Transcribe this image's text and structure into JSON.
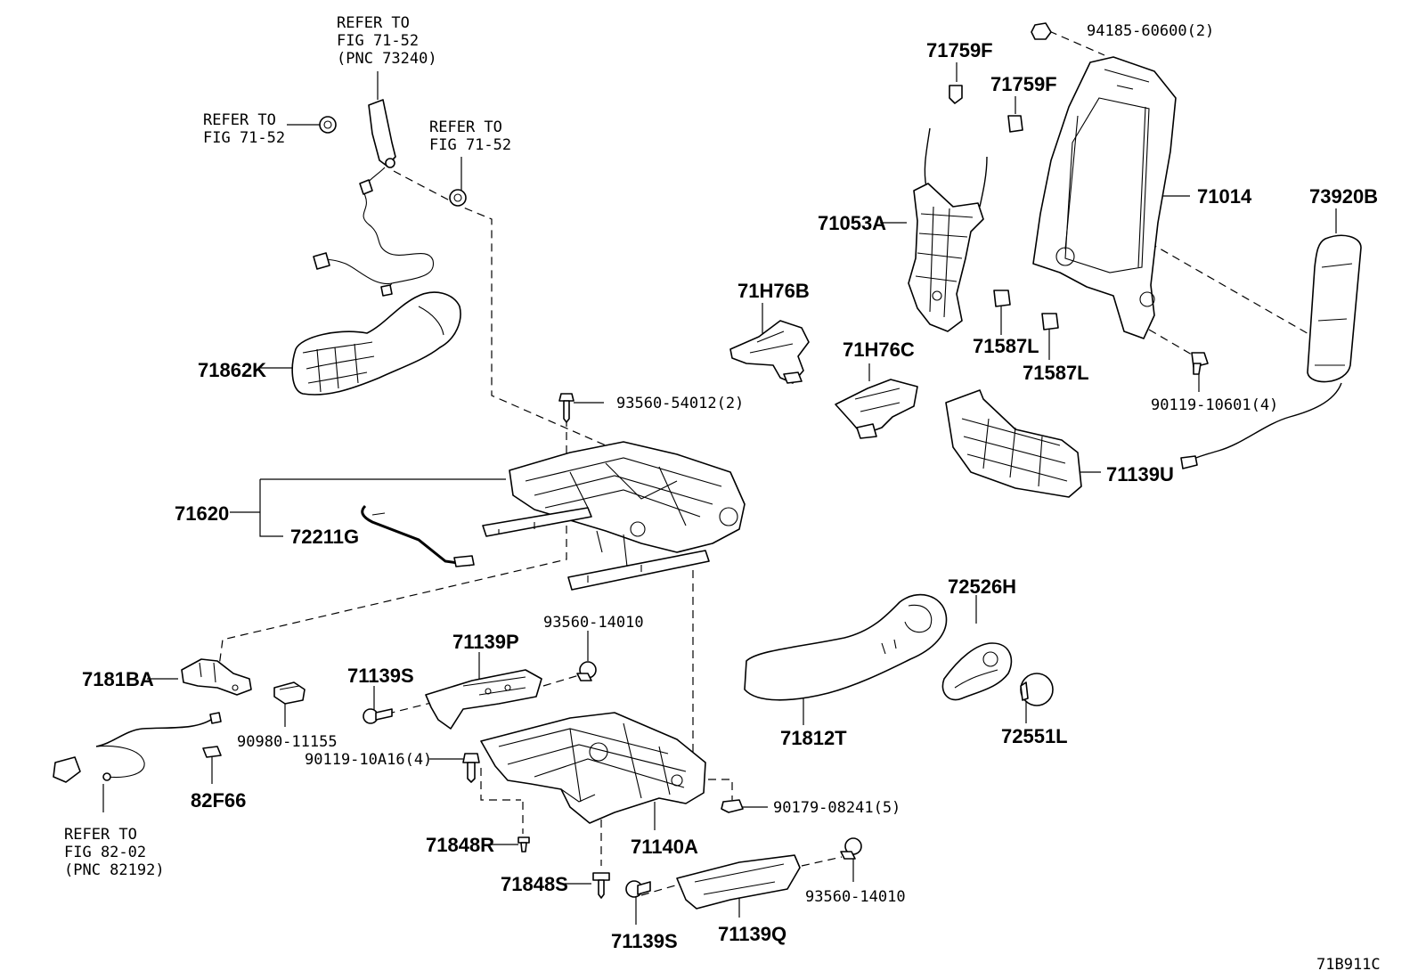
{
  "labels": {
    "ref_71_52_pnc": [
      "REFER TO",
      "FIG 71-52",
      "(PNC 73240)"
    ],
    "ref_71_52_left": [
      "REFER TO",
      "FIG 71-52"
    ],
    "ref_71_52_mid": [
      "REFER TO",
      "FIG 71-52"
    ],
    "ref_82_02": [
      "REFER TO",
      "FIG 82-02",
      "(PNC 82192)"
    ],
    "p71862K": "71862K",
    "p93560_54012": "93560-54012(2)",
    "p71620": "71620",
    "p72211G": "72211G",
    "p7181BA": "7181BA",
    "p90980_11155": "90980-11155",
    "p82F66": "82F66",
    "p71139S_a": "71139S",
    "p71139P": "71139P",
    "p93560_14010_a": "93560-14010",
    "p90119_10A16": "90119-10A16(4)",
    "p71848R": "71848R",
    "p71848S": "71848S",
    "p71139S_b": "71139S",
    "p71140A": "71140A",
    "p71139Q": "71139Q",
    "p93560_14010_b": "93560-14010",
    "p90179_08241": "90179-08241(5)",
    "p71H76B": "71H76B",
    "p71H76C": "71H76C",
    "p71053A": "71053A",
    "p71759F_a": "71759F",
    "p71759F_b": "71759F",
    "p71587L_a": "71587L",
    "p71587L_b": "71587L",
    "p94185_60600": "94185-60600(2)",
    "p71014": "71014",
    "p73920B": "73920B",
    "p90119_10601": "90119-10601(4)",
    "p71139U": "71139U",
    "p71812T": "71812T",
    "p72526H": "72526H",
    "p72551L": "72551L",
    "figure_code": "71B911C"
  }
}
